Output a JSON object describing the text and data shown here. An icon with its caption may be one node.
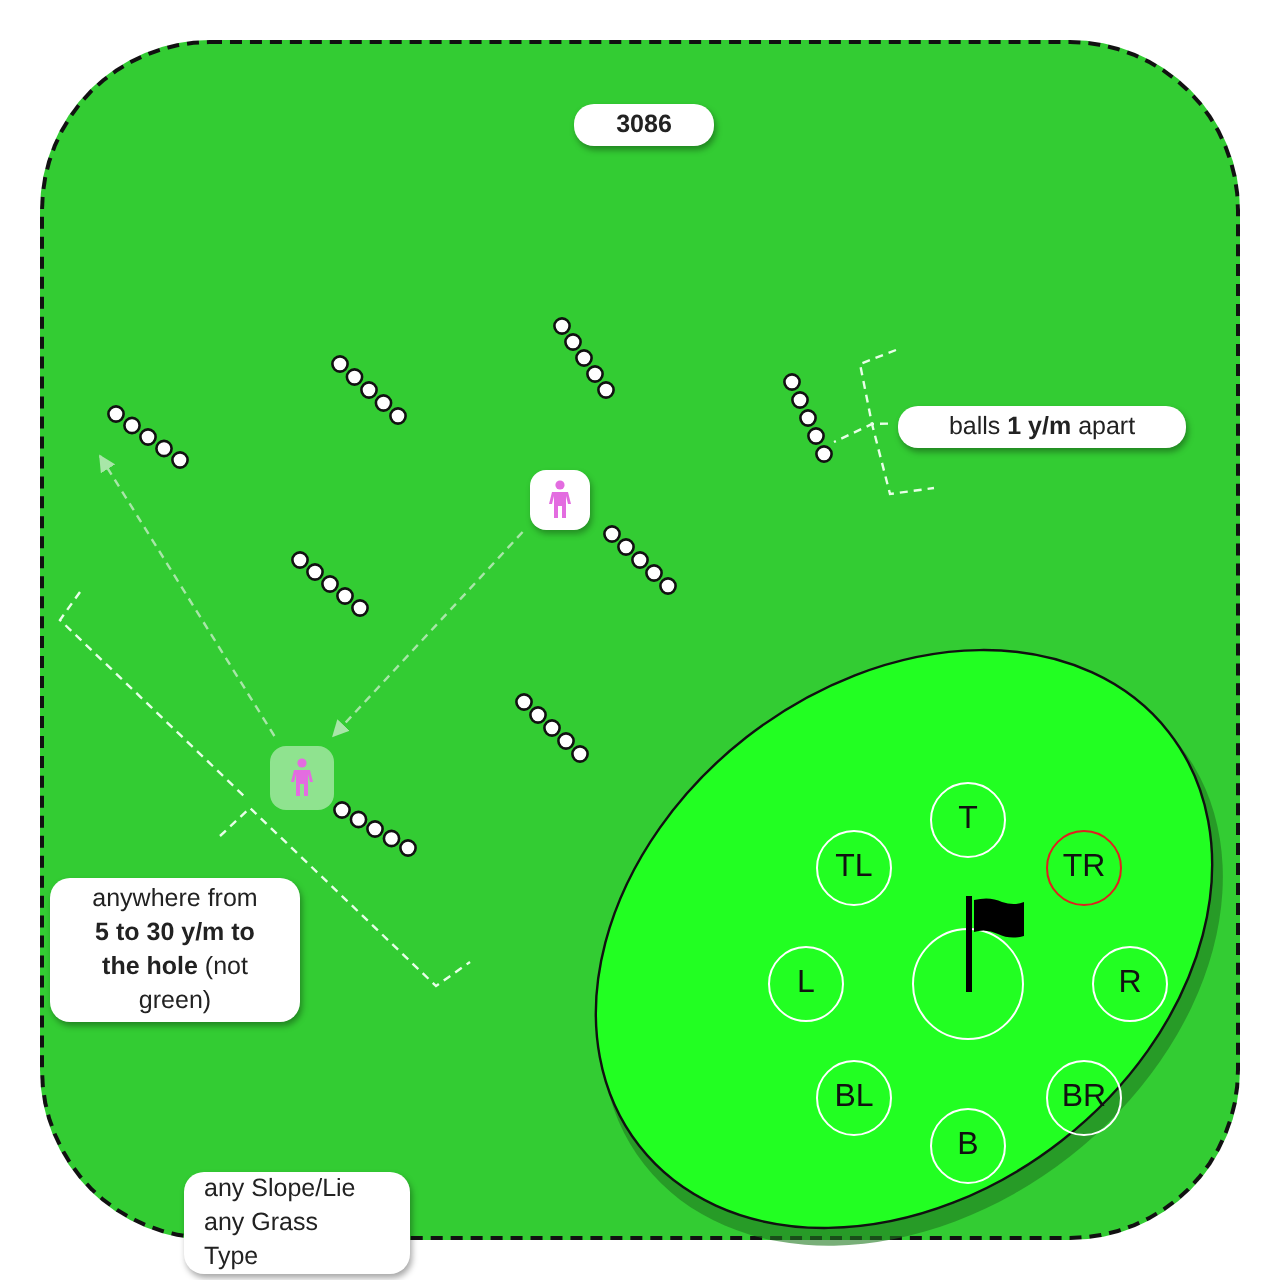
{
  "diagram": {
    "nodes": [
      {
        "text": [],
        "shape": "box"
      },
      {
        "text": [
          "3086"
        ],
        "in": 0
      },
      {
        "text": [
          "balls **1 y/m** apart"
        ],
        "in": 0
      },
      {
        "text": [],
        "shape": "person",
        "in": 0
      },
      {
        "text": [],
        "shape": "person",
        "in": 0
      },
      {
        "text": [
          "anywhere from **5 to 30 y/m to the hole** (not green)"
        ],
        "in": 0
      },
      {
        "text": [
          "any Slope/Lie any Grass Type"
        ],
        "in": 0
      },
      {
        "text": [],
        "shape": "circle",
        "in": 0
      },
      {
        "text": [
          "T"
        ],
        "in": 7
      },
      {
        "text": [
          "TL"
        ],
        "in": 7
      },
      {
        "text": [
          "TR"
        ],
        "in": 7
      },
      {
        "text": [
          "L"
        ],
        "in": 7
      },
      {
        "text": [],
        "shape": "circle",
        "in": 7
      },
      {
        "text": [
          "R"
        ],
        "in": 7
      },
      {
        "text": [
          "BL"
        ],
        "in": 7
      },
      {
        "text": [
          "BR"
        ],
        "in": 7
      },
      {
        "text": [
          "B"
        ],
        "in": 7
      }
    ],
    "edges": [
      {
        "from": 3,
        "to": 4,
        "arrow": "to",
        "style": "dashed"
      },
      {
        "from": 4,
        "to": null,
        "arrow": "to",
        "style": "dashed"
      },
      {
        "from": 2,
        "to": null,
        "arrow": "none",
        "style": "dashed"
      }
    ]
  }
}
